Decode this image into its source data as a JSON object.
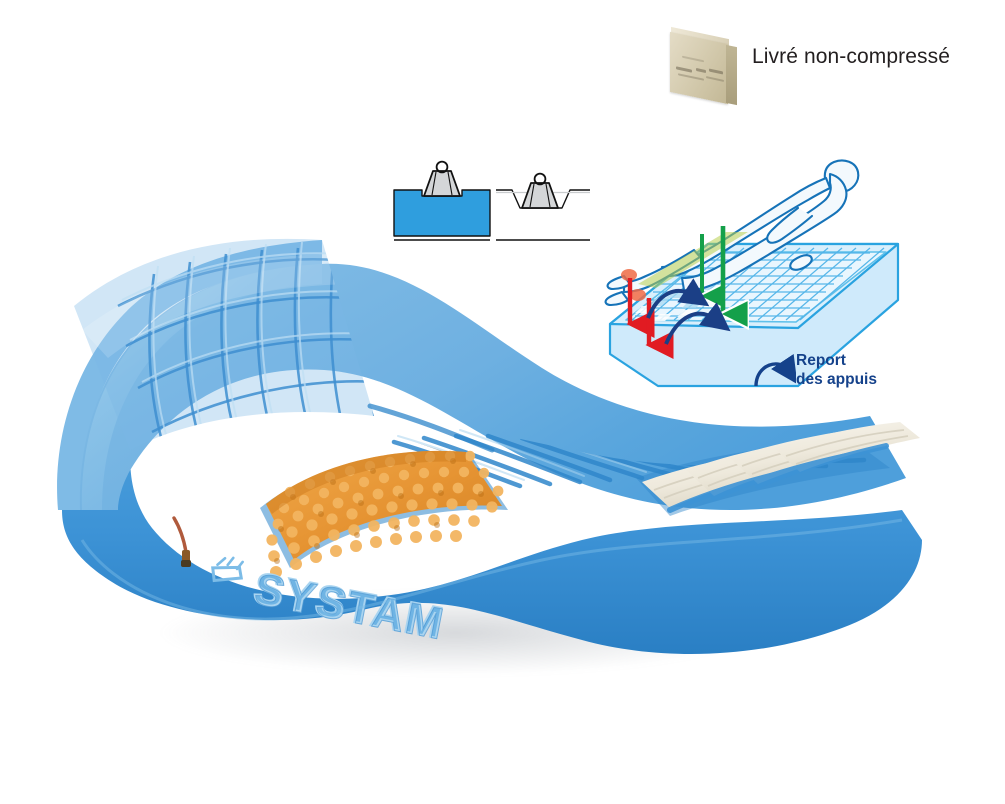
{
  "product": {
    "brand_text": "SYSTAM",
    "name": "matelas-mousse-viscoelastique",
    "colors": {
      "foam_blue_light": "#8fc4e8",
      "foam_blue_mid": "#62a8dd",
      "foam_blue_deep": "#2f8fd4",
      "foam_blue_shadow": "#1f76ba",
      "insert_orange": "#e08b2a",
      "insert_orange_light": "#f0a94a",
      "insert_white": "#efeadd",
      "zipper_tab": "#b05a3c"
    },
    "sections": [
      {
        "name": "head-section",
        "surface": "cut-cube-grid",
        "color": "#6fb2e2"
      },
      {
        "name": "sacral-insert",
        "surface": "nubbed-viscoelastic",
        "color": "#e08b2a"
      },
      {
        "name": "body-section",
        "surface": "transverse-slots",
        "color": "#63a9dd"
      },
      {
        "name": "heel-section",
        "surface": "white-foam-blocks",
        "color": "#efeadd"
      }
    ],
    "features": [
      {
        "name": "zipper-pull",
        "color": "#b05a3c"
      },
      {
        "name": "embossed-logo",
        "label": "SYSTAM"
      }
    ]
  },
  "carton_callout": {
    "label": "Livré non-compressé",
    "icon": "carton-box-icon",
    "label_color": "#231f20",
    "carton_color": "#d8cfb4"
  },
  "pressure_diagram": {
    "name": "pressure-distribution-diagram",
    "left_panel": {
      "name": "firm-support-panel",
      "fill_color": "#2f9ede",
      "weight_icon": "weight-icon",
      "sinking": "shallow"
    },
    "right_panel": {
      "name": "conforming-support-panel",
      "fill_color": "#ffffff",
      "weight_icon": "weight-icon",
      "sinking": "deep"
    },
    "outline_color": "#111111",
    "weight_fill": "#d4d6d8"
  },
  "patient_diagram": {
    "name": "pressure-transfer-diagram",
    "figure": "supine-patient-figure",
    "figure_outline_color": "#1673b8",
    "mattress_grid_color": "#4fb3e8",
    "pressure_arrows": [
      {
        "name": "heel-pressure-arrow",
        "color": "#e11b22",
        "direction": "down"
      },
      {
        "name": "heel-pressure-arrow",
        "color": "#e11b22",
        "direction": "down"
      }
    ],
    "support_arrows": [
      {
        "name": "support-arrow",
        "color": "#14a04a",
        "direction": "down"
      },
      {
        "name": "support-arrow",
        "color": "#14a04a",
        "direction": "down"
      }
    ],
    "transfer_arrows": [
      {
        "name": "pressure-transfer-arrow",
        "color": "#1b3f86",
        "direction": "lateral"
      },
      {
        "name": "pressure-transfer-arrow",
        "color": "#1b3f86",
        "direction": "lateral"
      }
    ],
    "pressure_points": [
      {
        "name": "pressure-point-heel",
        "color": "#ef6b45"
      },
      {
        "name": "pressure-point-heel",
        "color": "#ef6b45"
      }
    ]
  },
  "transfer_callout": {
    "line1": "Report",
    "line2": "des appuis",
    "arrow_icon": "curved-arrow-icon",
    "text_color": "#15428b"
  }
}
